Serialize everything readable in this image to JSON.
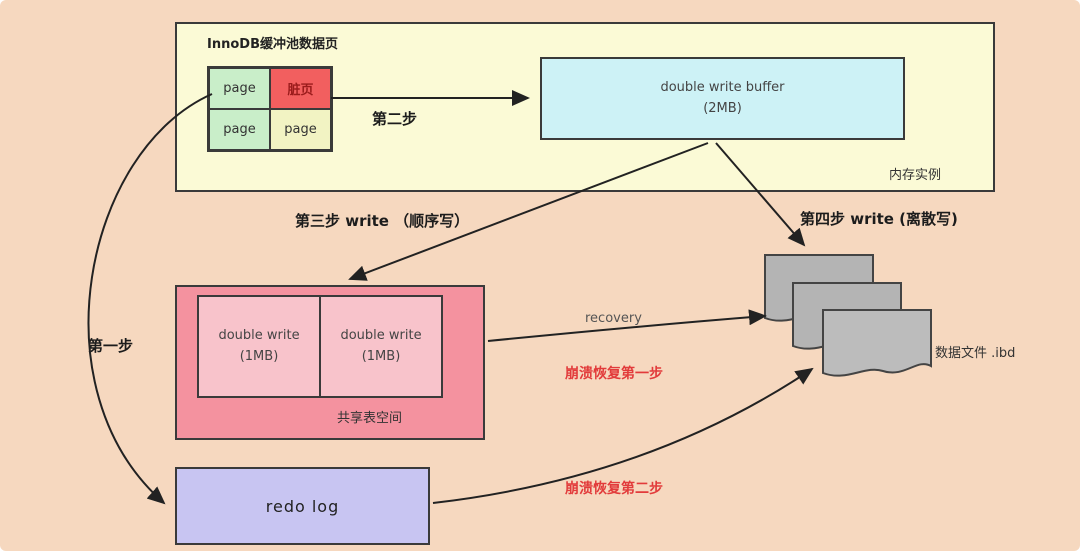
{
  "buffer_pool": {
    "title": "InnoDB缓冲池数据页",
    "memory_instance": "内存实例",
    "pages": [
      {
        "label": "page"
      },
      {
        "label": "脏页"
      },
      {
        "label": "page"
      },
      {
        "label": "page"
      }
    ],
    "double_write_buffer": {
      "line1": "double write buffer",
      "line2": "(2MB)"
    }
  },
  "steps": {
    "step1": "第一步",
    "step2": "第二步",
    "step3": "第三步 write （顺序写）",
    "step4": "第四步 write (离散写)"
  },
  "shared_tablespace": {
    "label": "共享表空间",
    "blocks": [
      {
        "line1": "double write",
        "line2": "(1MB)"
      },
      {
        "line1": "double write",
        "line2": "(1MB)"
      }
    ]
  },
  "redo_log": {
    "label": "redo log"
  },
  "data_file": {
    "label": "数据文件 .ibd"
  },
  "recovery": {
    "label": "recovery",
    "crash_step1": "崩溃恢复第一步",
    "crash_step2": "崩溃恢复第二步"
  },
  "colors": {
    "background": "#f6d8bf",
    "buffer_pool_bg": "#fbfad6",
    "double_write_buffer_bg": "#cdf2f6",
    "page_green": "#c9eec9",
    "dirty_page_red": "#f25f5f",
    "page_yellow": "#f2f3c3",
    "tablespace_pink": "#f4929f",
    "tablespace_inner_pink": "#f8c3cb",
    "redo_log_purple": "#c8c5f2",
    "data_file_gray": "#b4b4b4",
    "crash_label_red": "#e23b3b",
    "arrow": "#222222"
  }
}
